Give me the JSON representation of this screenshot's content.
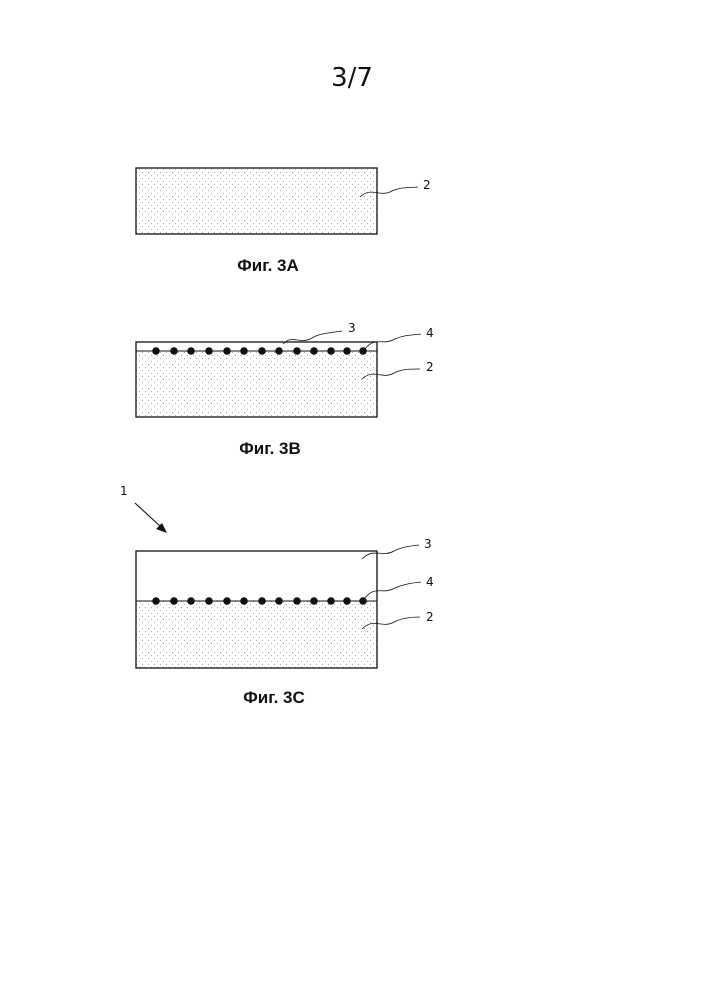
{
  "page": {
    "number": "3/7"
  },
  "figures": {
    "fig_3a": {
      "caption": "Фиг. 3A",
      "labels": {
        "substrate": "2"
      }
    },
    "fig_3b": {
      "caption": "Фиг. 3B",
      "labels": {
        "layer": "3",
        "interface": "4",
        "substrate": "2"
      }
    },
    "fig_3c": {
      "caption": "Фиг. 3C",
      "labels": {
        "device": "1",
        "layer": "3",
        "interface": "4",
        "substrate": "2"
      }
    }
  },
  "colors": {
    "ink": "#111111",
    "stipple": "#9a9a9a",
    "background": "#ffffff"
  }
}
